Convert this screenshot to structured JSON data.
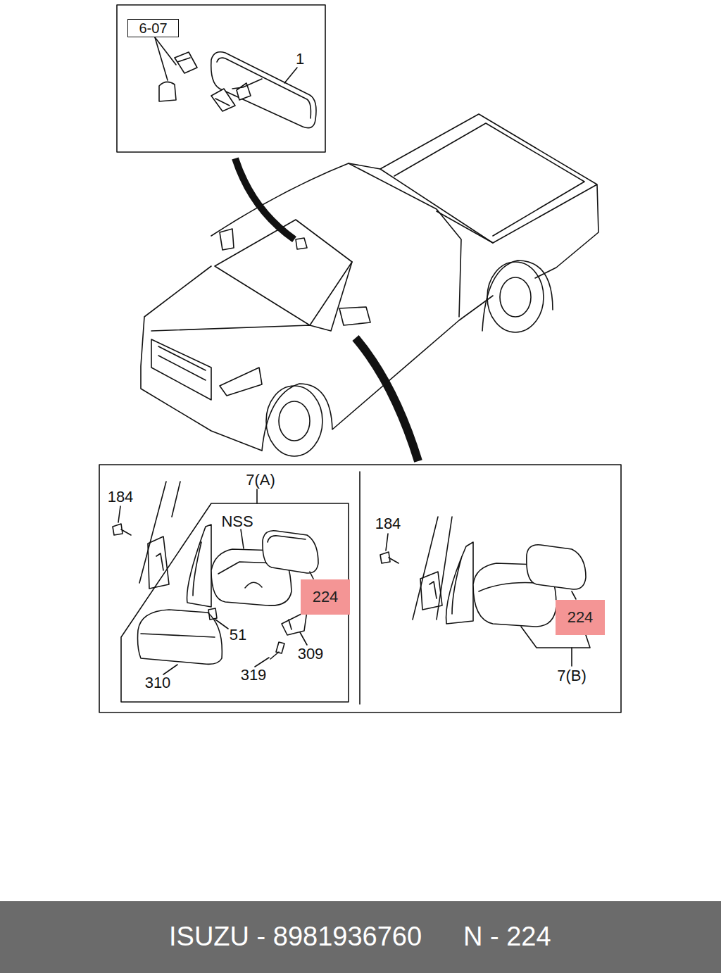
{
  "diagram": {
    "nodes": [
      {
        "text": [
          "6-07"
        ]
      },
      {
        "text": [
          "224"
        ]
      },
      {
        "text": [
          "224"
        ]
      },
      {
        "text": [
          "ISUZU - 8981936760",
          "N - 224"
        ]
      }
    ],
    "labels": [
      "1",
      "7(A)",
      "184",
      "NSS",
      "51",
      "309",
      "319",
      "310",
      "184",
      "7(B)"
    ]
  }
}
